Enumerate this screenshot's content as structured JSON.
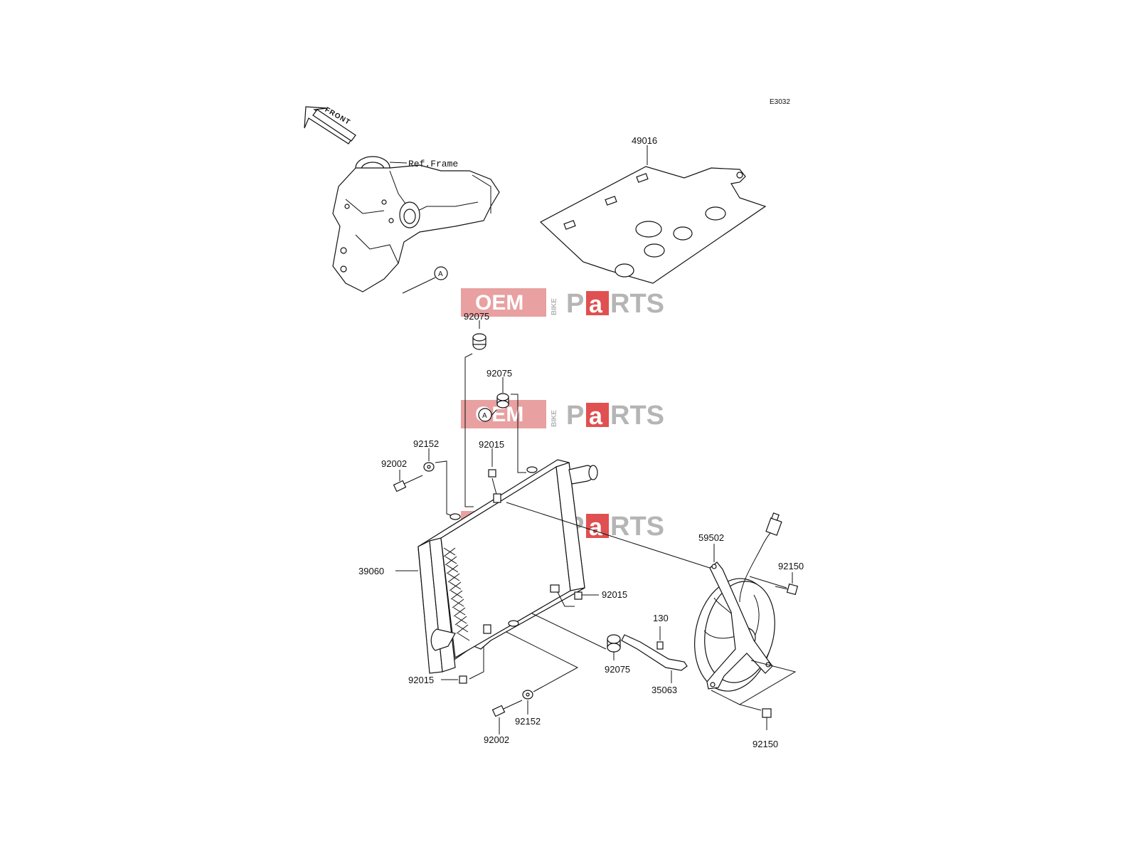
{
  "diagram": {
    "code": "E3032",
    "front_label": "FRONT",
    "ref_frame_label": "Ref.Frame",
    "marker_a": "A",
    "part_numbers": {
      "p49016": "49016",
      "p92075_top": "92075",
      "p92075_mid": "92075",
      "p92075_bottom": "92075",
      "p92015_top": "92015",
      "p92015_right": "92015",
      "p92015_bottom": "92015",
      "p92152_top": "92152",
      "p92152_bottom": "92152",
      "p92002_top": "92002",
      "p92002_bottom": "92002",
      "p39060": "39060",
      "p59502": "59502",
      "p92150_top": "92150",
      "p92150_bottom": "92150",
      "p130": "130",
      "p35063": "35063"
    }
  },
  "watermark": {
    "oem": "OEM",
    "bike": "BIKE",
    "p": "P",
    "a": "a",
    "rts": "RTS",
    "colors": {
      "oem_bg": "#e8a0a0",
      "a_bg": "#e05050",
      "letters": "#b5b5b5"
    }
  }
}
